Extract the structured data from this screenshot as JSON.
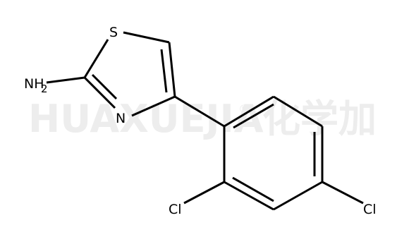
{
  "watermark": {
    "latin": "HUAXUEJIA",
    "registered": "®",
    "chinese": "化学加",
    "color": "#ededed"
  },
  "atoms": {
    "sulfur": "S",
    "ring_nitrogen": "N",
    "amine": "NH",
    "amine_subscript": "2",
    "chlorine_ortho": "Cl",
    "chlorine_para": "Cl"
  },
  "colors": {
    "bond": "#000000",
    "label": "#000000",
    "background": "#ffffff"
  }
}
